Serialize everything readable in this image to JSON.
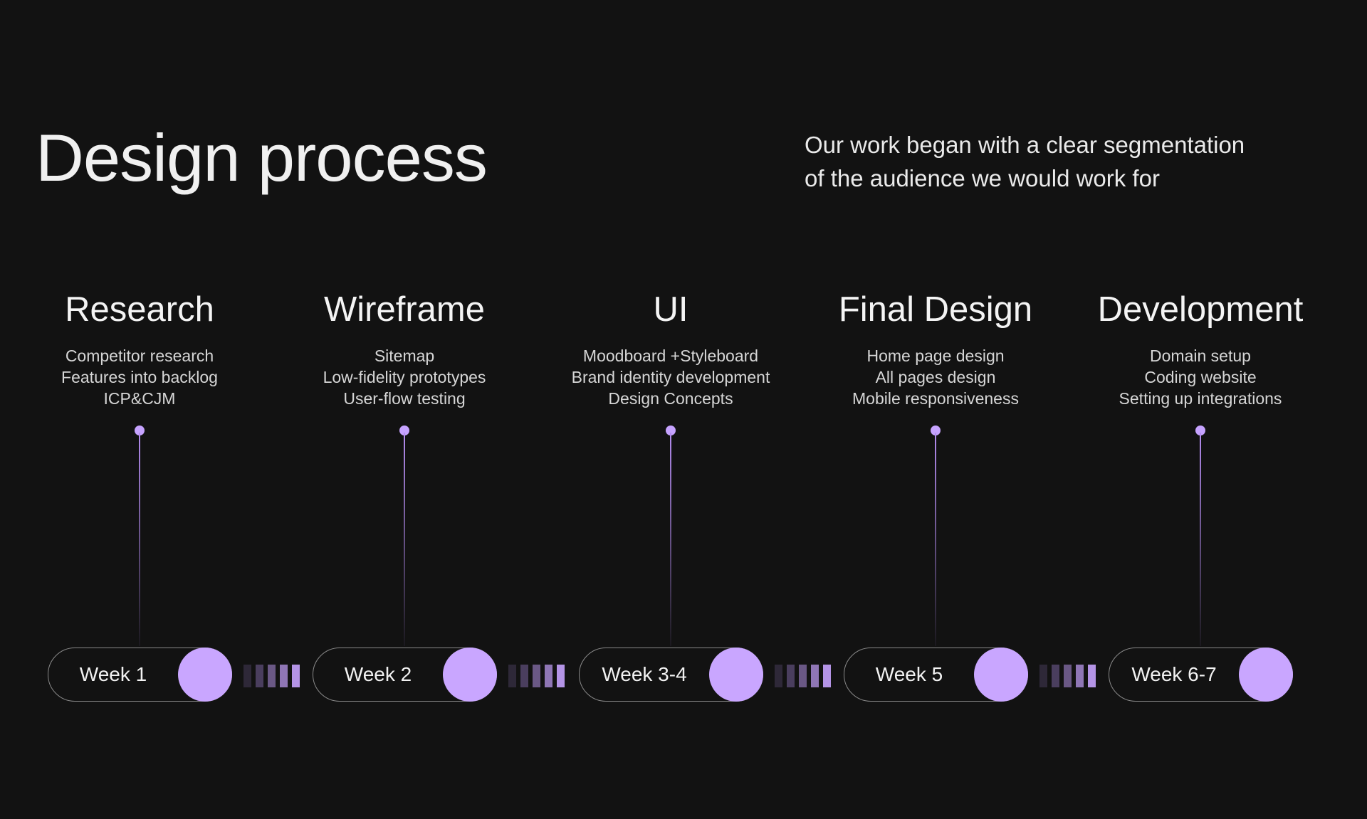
{
  "header": {
    "title": "Design process",
    "subtitle_lines": [
      "Our work began with a clear segmentation",
      "of the audience we would work for"
    ]
  },
  "accent": "#c9a6ff",
  "stages": [
    {
      "title": "Research",
      "items": [
        "Competitor research",
        "Features into backlog",
        "ICP&CJM"
      ],
      "week": "Week 1"
    },
    {
      "title": "Wireframe",
      "items": [
        "Sitemap",
        "Low-fidelity prototypes",
        "User-flow testing"
      ],
      "week": "Week 2"
    },
    {
      "title": "UI",
      "items": [
        "Moodboard +Styleboard",
        "Brand identity development",
        "Design Concepts"
      ],
      "week": "Week 3-4"
    },
    {
      "title": "Final Design",
      "items": [
        "Home page design",
        "All pages design",
        "Mobile responsiveness"
      ],
      "week": "Week 5"
    },
    {
      "title": "Development",
      "items": [
        "Domain setup",
        "Coding website",
        "Setting up integrations"
      ],
      "week": "Week 6-7"
    }
  ]
}
